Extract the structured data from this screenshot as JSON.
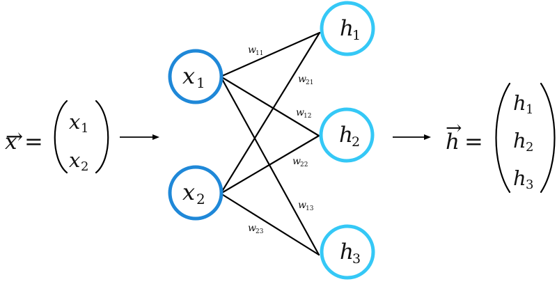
{
  "input_vector": {
    "symbol": "x",
    "arrow": "→",
    "equals": "=",
    "components": [
      {
        "base": "x",
        "sub": "1"
      },
      {
        "base": "x",
        "sub": "2"
      }
    ]
  },
  "output_vector": {
    "symbol": "h",
    "arrow": "→",
    "equals": "=",
    "components": [
      {
        "base": "h",
        "sub": "1"
      },
      {
        "base": "h",
        "sub": "2"
      },
      {
        "base": "h",
        "sub": "3"
      }
    ]
  },
  "input_nodes": [
    {
      "base": "x",
      "sub": "1"
    },
    {
      "base": "x",
      "sub": "2"
    }
  ],
  "hidden_nodes": [
    {
      "base": "h",
      "sub": "1"
    },
    {
      "base": "h",
      "sub": "2"
    },
    {
      "base": "h",
      "sub": "3"
    }
  ],
  "weights": {
    "w11": {
      "base": "w",
      "sub": "11"
    },
    "w21": {
      "base": "w",
      "sub": "21"
    },
    "w12": {
      "base": "w",
      "sub": "12"
    },
    "w22": {
      "base": "w",
      "sub": "22"
    },
    "w13": {
      "base": "w",
      "sub": "13"
    },
    "w23": {
      "base": "w",
      "sub": "23"
    }
  },
  "colors": {
    "input_ring": "#1f88d8",
    "hidden_ring": "#35c8f6",
    "edge": "#000000"
  }
}
